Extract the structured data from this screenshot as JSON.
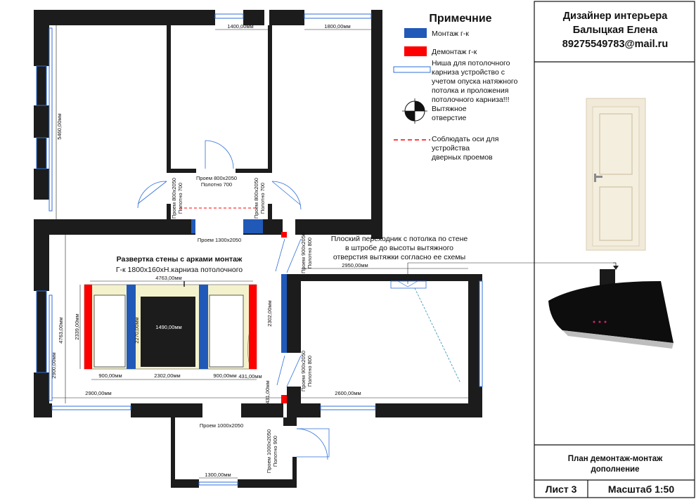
{
  "legend": {
    "title": "Примечние",
    "items": [
      {
        "label_lines": [
          "Монтаж г-к"
        ],
        "color": "#2159b8"
      },
      {
        "label_lines": [
          "Демонтаж г-к"
        ],
        "color": "#ff0000"
      },
      {
        "label_lines": [
          "Ниша для потолочного",
          "карниза устройство с",
          "учетом опуска натяжного",
          "потолка и проложения",
          "потолочного карниза!!!"
        ]
      },
      {
        "label_lines": [
          "Вытяжное",
          "отверстие"
        ]
      },
      {
        "label_lines": [
          "Соблюдать оси для",
          "устройства",
          "дверных проемов"
        ],
        "color": "#ff0000"
      }
    ]
  },
  "title_block": {
    "designer": [
      "Дизайнер интерьера",
      "Балыцкая Елена",
      "89275549783@mail.ru"
    ],
    "plan_title": [
      "План демонтаж-монтаж",
      "дополнение"
    ],
    "sheet": "Лист 3",
    "scale": "Масштаб 1:50"
  },
  "elevation": {
    "title": "Развертка стены с арками монтаж",
    "subtitle": "Г-к 1800х160хН.карниза потолочного",
    "dims": {
      "total_width": "4763,00мм",
      "height": "2339,00мм",
      "column_height": "2270,00мм",
      "cabinet_width": "1490,00мм",
      "left_bottom": "900,00мм",
      "mid_bottom": "2302,00мм",
      "right_bottom": "900,00мм",
      "end_bottom": "431,00мм"
    }
  },
  "plan": {
    "colors": {
      "wall": "#1c1c1c",
      "mount": "#2159b8",
      "demount": "#ff0000",
      "window": "#2f6fd8"
    },
    "dims": {
      "top_window_1": "1400,00мм",
      "top_window_2": "1800,00мм",
      "left_room_height": "5460,00мм",
      "hall_height": "4763,00мм",
      "hall_left_lower": "2900,00мм",
      "hall_bottom_width": "2900,00мм",
      "kitchen_top": "2950,00мм",
      "kitchen_wall": "2302,00мм",
      "kitchen_bottom": "2600,00мм",
      "bath_window": "1300,00мм",
      "small_431": "431,00мм"
    },
    "openings": {
      "door_1": [
        "Проем 800х2050",
        "Полотно 700"
      ],
      "door_2": [
        "Проем 800х2050",
        "Полотно 700"
      ],
      "door_3": [
        "Проем 800х2050",
        "Полотно 700"
      ],
      "arch_1": "Проем 1300х2050",
      "kitchen_door_1": [
        "Проем 900х2050",
        "Полотно 800"
      ],
      "kitchen_door_2": [
        "Проем 900х2050",
        "Полотно 800"
      ],
      "hall_bottom": "Проем 1000х2050",
      "bath_door": [
        "Проем 1000х2050",
        "Полотно 900"
      ]
    },
    "duct_note": [
      "Плоский переходник с потолка по стене",
      "в штробе до высоты вытяжного",
      "отверстия вытяжки согласно ее схемы"
    ]
  }
}
